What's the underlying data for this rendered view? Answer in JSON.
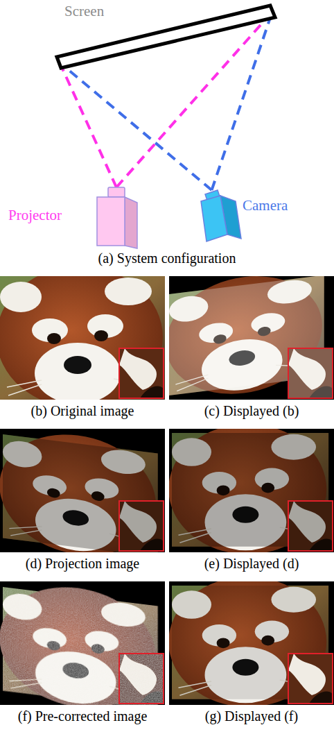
{
  "diagram": {
    "nodes": [
      {
        "text": [
          "Screen"
        ]
      },
      {
        "text": [
          "Projector"
        ]
      },
      {
        "text": [
          "Camera"
        ]
      }
    ],
    "edges": [
      {
        "from": 1,
        "to": 0,
        "arrow": "none"
      },
      {
        "from": 1,
        "to": 0,
        "arrow": "none"
      },
      {
        "from": 2,
        "to": 0,
        "arrow": "none"
      },
      {
        "from": 2,
        "to": 0,
        "arrow": "none"
      }
    ],
    "labels": [
      "(a) System configuration",
      "(b) Original image",
      "(c) Displayed (b)",
      "(d) Projection image",
      "(e) Displayed (d)",
      "(f) Pre-corrected image",
      "(g) Displayed (f)"
    ]
  }
}
